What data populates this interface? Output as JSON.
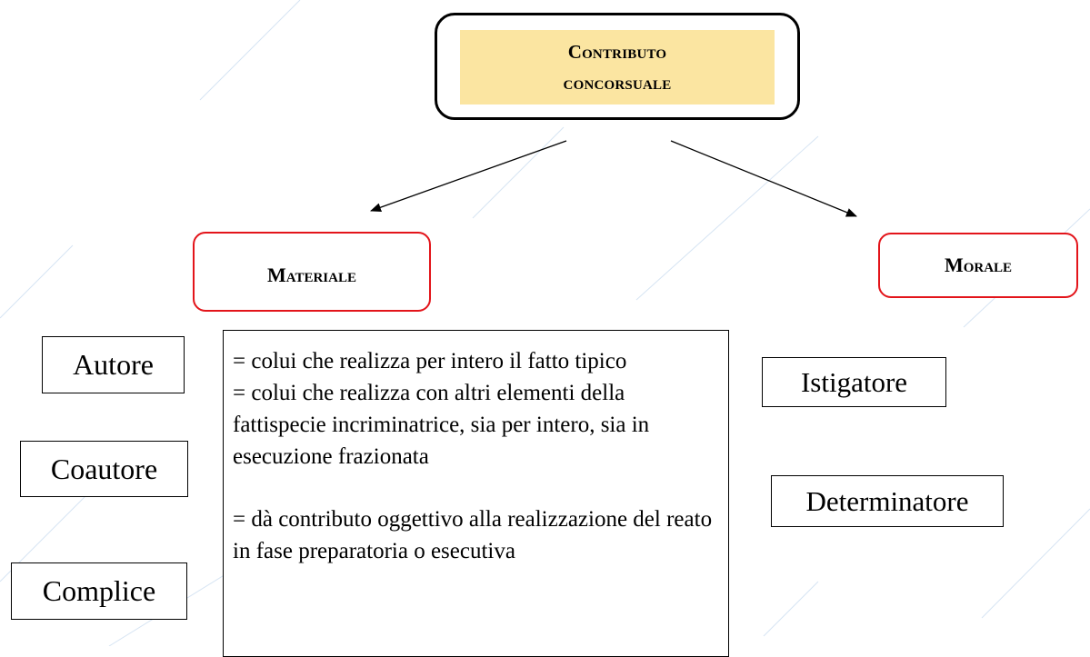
{
  "top": {
    "line1": "Contributo",
    "line2": "concorsuale"
  },
  "categories": {
    "materiale": "Materiale",
    "morale": "Morale"
  },
  "roles": {
    "autore": "Autore",
    "coautore": "Coautore",
    "complice": "Complice",
    "istigatore": "Istigatore",
    "determinatore": "Determinatore"
  },
  "definitions": {
    "autore": "= colui che realizza per intero il fatto tipico",
    "coautore": "= colui che realizza con altri elementi della fattispecie incriminatrice, sia per intero, sia in esecuzione frazionata",
    "complice": "= dà contributo oggettivo alla realizzazione del reato in fase preparatoria o esecutiva"
  },
  "colors": {
    "title_fill": "#fbe5a1",
    "category_border": "#e3141a",
    "watermark": "#cfe0f2"
  }
}
